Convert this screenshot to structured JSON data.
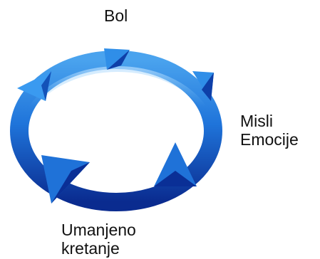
{
  "diagram": {
    "type": "cycle",
    "colors": {
      "ring_light": "#5ab3f2",
      "ring_mid": "#1d6fd6",
      "ring_dark": "#0b2f96",
      "arrow": "#2d8ae6",
      "arrow_shadow": "#0d3aa0"
    },
    "nodes": [
      {
        "id": "bol",
        "lines": [
          "Bol"
        ]
      },
      {
        "id": "misli-emocije",
        "lines": [
          "Misli",
          "Emocije"
        ]
      },
      {
        "id": "umanjeno-kretanje",
        "lines": [
          "Umanjeno",
          "kretanje"
        ]
      }
    ],
    "direction": "clockwise"
  }
}
